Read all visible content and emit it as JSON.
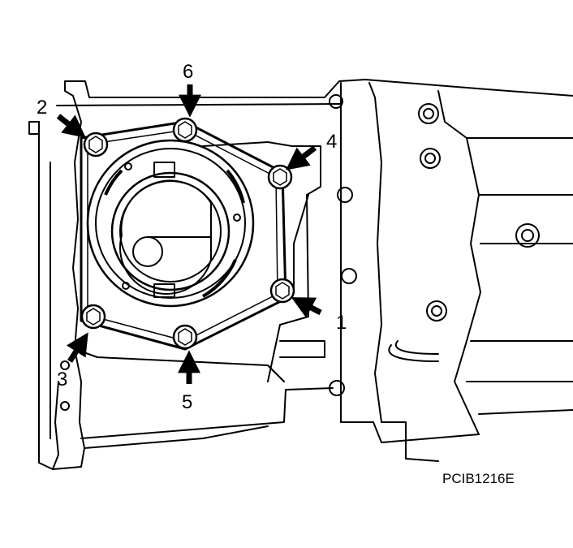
{
  "figure": {
    "code": "PCIB1216E",
    "colors": {
      "line": "#000000",
      "background": "#ffffff"
    }
  },
  "callouts": [
    {
      "label": "1"
    },
    {
      "label": "2"
    },
    {
      "label": "3"
    },
    {
      "label": "4"
    },
    {
      "label": "5"
    },
    {
      "label": "6"
    }
  ]
}
